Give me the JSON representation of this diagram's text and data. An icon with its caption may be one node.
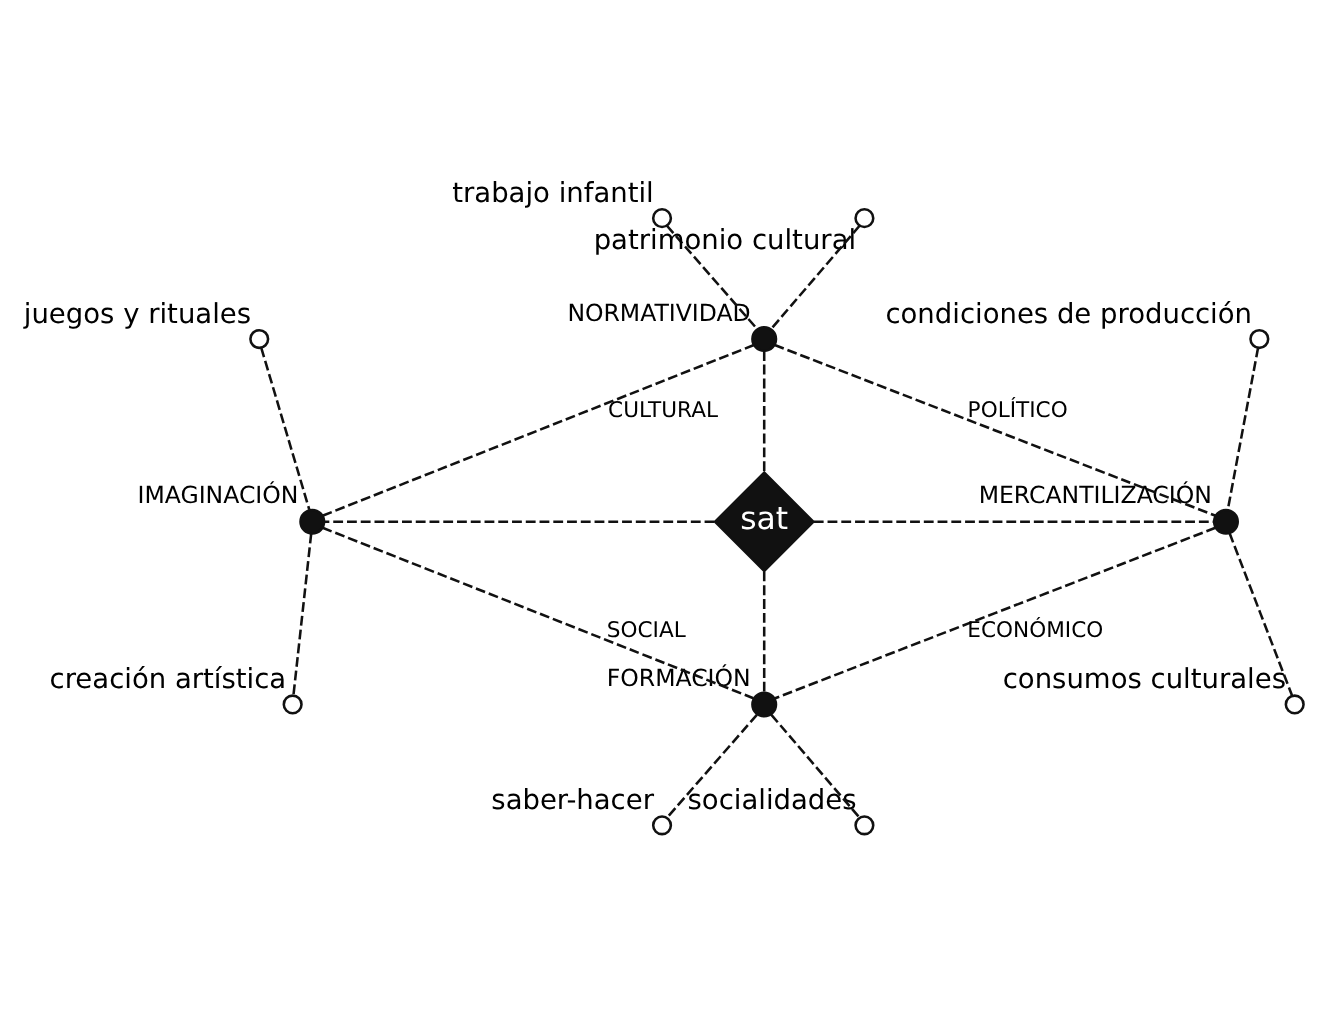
{
  "diagram": {
    "nodes": [
      {
        "text": [
          "sat"
        ]
      },
      {
        "text": [],
        "shape": "circle",
        "beside": [
          "NORMATIVIDAD"
        ]
      },
      {
        "text": [],
        "shape": "circle",
        "beside": [
          "IMAGINACIÓN"
        ]
      },
      {
        "text": [],
        "shape": "circle",
        "beside": [
          "MERCANTILIZACIÓN"
        ]
      },
      {
        "text": [],
        "shape": "circle",
        "beside": [
          "FORMACIÓN"
        ]
      },
      {
        "text": [],
        "shape": "circle",
        "beside": [
          "trabajo infantil"
        ]
      },
      {
        "text": [],
        "shape": "circle",
        "beside": [
          "patrimonio cultural"
        ]
      },
      {
        "text": [],
        "shape": "circle",
        "beside": [
          "juegos y rituales"
        ]
      },
      {
        "text": [],
        "shape": "circle",
        "beside": [
          "condiciones de producción"
        ]
      },
      {
        "text": [],
        "shape": "circle",
        "beside": [
          "creación artística"
        ]
      },
      {
        "text": [],
        "shape": "circle",
        "beside": [
          "consumos culturales"
        ]
      },
      {
        "text": [],
        "shape": "circle",
        "beside": [
          "saber-hacer"
        ]
      },
      {
        "text": [],
        "shape": "circle",
        "beside": [
          "socialidades"
        ]
      }
    ],
    "edges": [
      {
        "from": 1,
        "to": 2,
        "arrow": "none",
        "style": "dashed",
        "label": "CULTURAL"
      },
      {
        "from": 1,
        "to": 3,
        "arrow": "none",
        "style": "dashed",
        "label": "POLÍTICO"
      },
      {
        "from": 2,
        "to": 4,
        "arrow": "none",
        "style": "dashed",
        "label": "SOCIAL"
      },
      {
        "from": 3,
        "to": 4,
        "arrow": "none",
        "style": "dashed",
        "label": "ECONÓMICO"
      },
      {
        "from": 0,
        "to": 1,
        "arrow": "none",
        "style": "dashed"
      },
      {
        "from": 0,
        "to": 2,
        "arrow": "none",
        "style": "dashed"
      },
      {
        "from": 0,
        "to": 3,
        "arrow": "none",
        "style": "dashed"
      },
      {
        "from": 0,
        "to": 4,
        "arrow": "none",
        "style": "dashed"
      },
      {
        "from": 1,
        "to": 5,
        "arrow": "none",
        "style": "dashed"
      },
      {
        "from": 1,
        "to": 6,
        "arrow": "none",
        "style": "dashed"
      },
      {
        "from": 2,
        "to": 7,
        "arrow": "none",
        "style": "dashed"
      },
      {
        "from": 2,
        "to": 9,
        "arrow": "none",
        "style": "dashed"
      },
      {
        "from": 3,
        "to": 8,
        "arrow": "none",
        "style": "dashed"
      },
      {
        "from": 3,
        "to": 10,
        "arrow": "none",
        "style": "dashed"
      },
      {
        "from": 4,
        "to": 11,
        "arrow": "none",
        "style": "dashed"
      },
      {
        "from": 4,
        "to": 12,
        "arrow": "none",
        "style": "dashed"
      }
    ]
  }
}
